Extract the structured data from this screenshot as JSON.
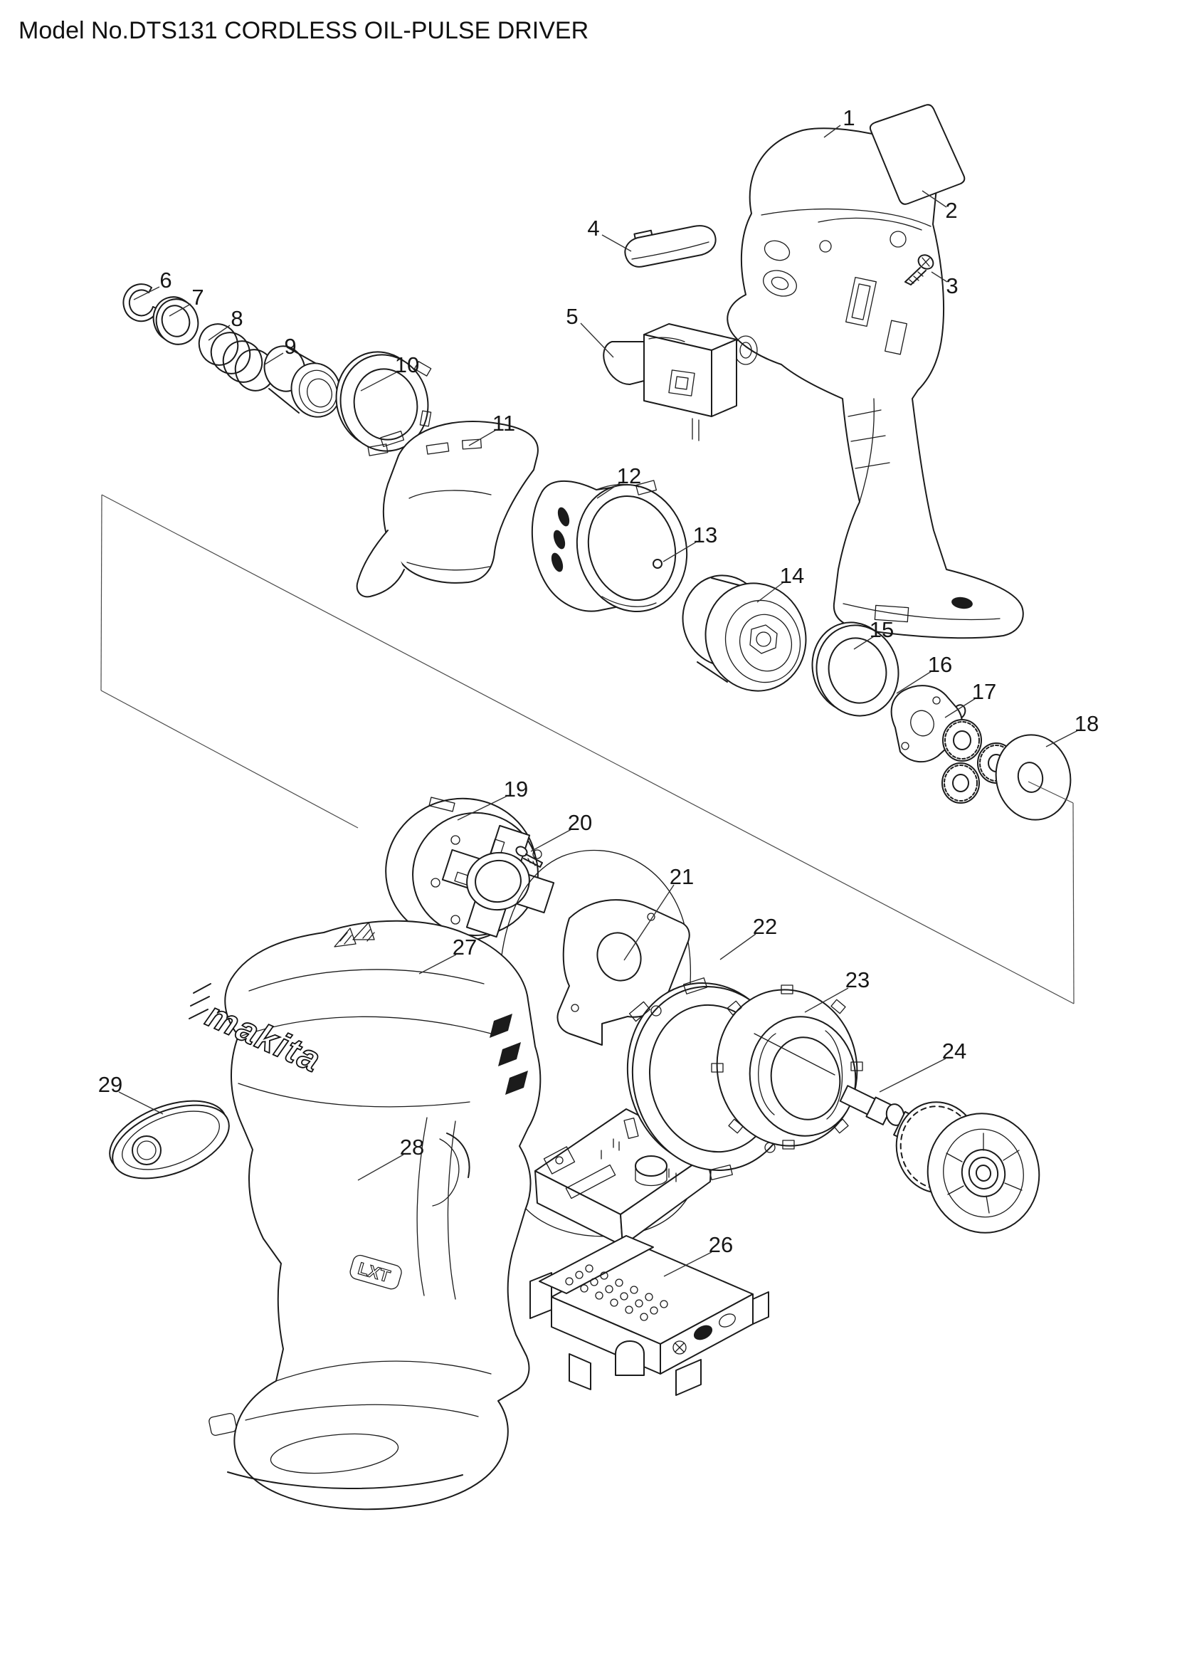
{
  "title": "Model No.DTS131 CORDLESS OIL-PULSE DRIVER",
  "brand": {
    "logo_text": "makita",
    "badge_text": "LXT"
  },
  "callouts": {
    "c1": "1",
    "c2": "2",
    "c3": "3",
    "c4": "4",
    "c5": "5",
    "c6": "6",
    "c7": "7",
    "c8": "8",
    "c9": "9",
    "c10": "10",
    "c11": "11",
    "c12": "12",
    "c13": "13",
    "c14": "14",
    "c15": "15",
    "c16": "16",
    "c17": "17",
    "c18": "18",
    "c19": "19",
    "c20": "20",
    "c21": "21",
    "c22": "22",
    "c23": "23",
    "c24": "24",
    "c26": "26",
    "c27": "27",
    "c28": "28",
    "c29": "29"
  }
}
